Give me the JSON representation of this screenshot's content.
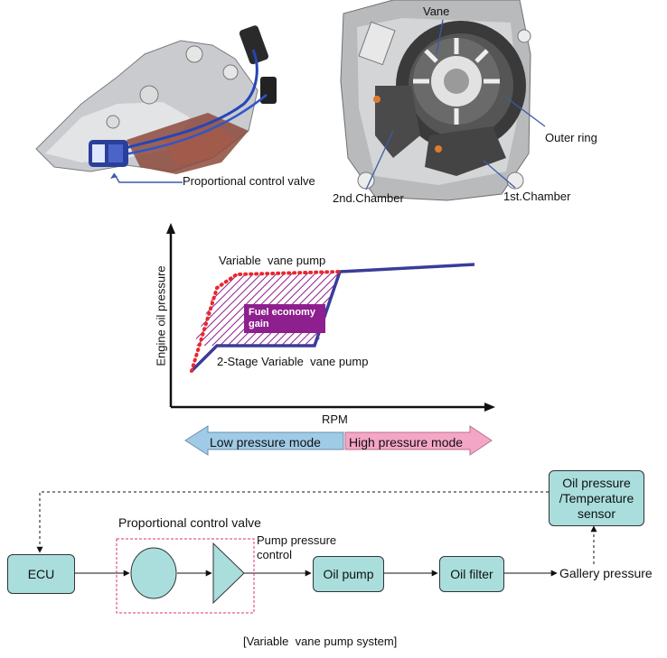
{
  "photos": {
    "left_label": "Proportional control valve",
    "right_labels": {
      "vane": "Vane",
      "outer_ring": "Outer ring",
      "second_chamber": "2nd.Chamber",
      "first_chamber": "1st.Chamber"
    }
  },
  "chart_data": {
    "type": "line",
    "xlabel": "RPM",
    "ylabel": "Engine oil pressure",
    "series": [
      {
        "name": "Variable  vane pump"
      },
      {
        "name": "2-Stage Variable  vane pump"
      }
    ],
    "annotation": "Fuel economy gain",
    "modes": {
      "low": "Low pressure mode",
      "high": "High pressure mode"
    },
    "colors": {
      "variable": "#e8282d",
      "two_stage": "#3a3c9a",
      "gain": "#8e1f8e",
      "low_arrow": "#9fcbe6",
      "high_arrow": "#f4a6c6"
    }
  },
  "diagram": {
    "valve_group_label": "Proportional control valve",
    "pump_pressure_label": [
      "Pump pressure",
      "control"
    ],
    "ecu": "ECU",
    "oil_pump": "Oil pump",
    "oil_filter": "Oil filter",
    "gallery": "Gallery pressure",
    "sensor": [
      "Oil pressure",
      "/Temperature",
      "sensor"
    ],
    "caption": "[Variable  vane pump system]",
    "colors": {
      "box_fill": "#a9dedd",
      "valve_border": "#e0317a"
    }
  }
}
